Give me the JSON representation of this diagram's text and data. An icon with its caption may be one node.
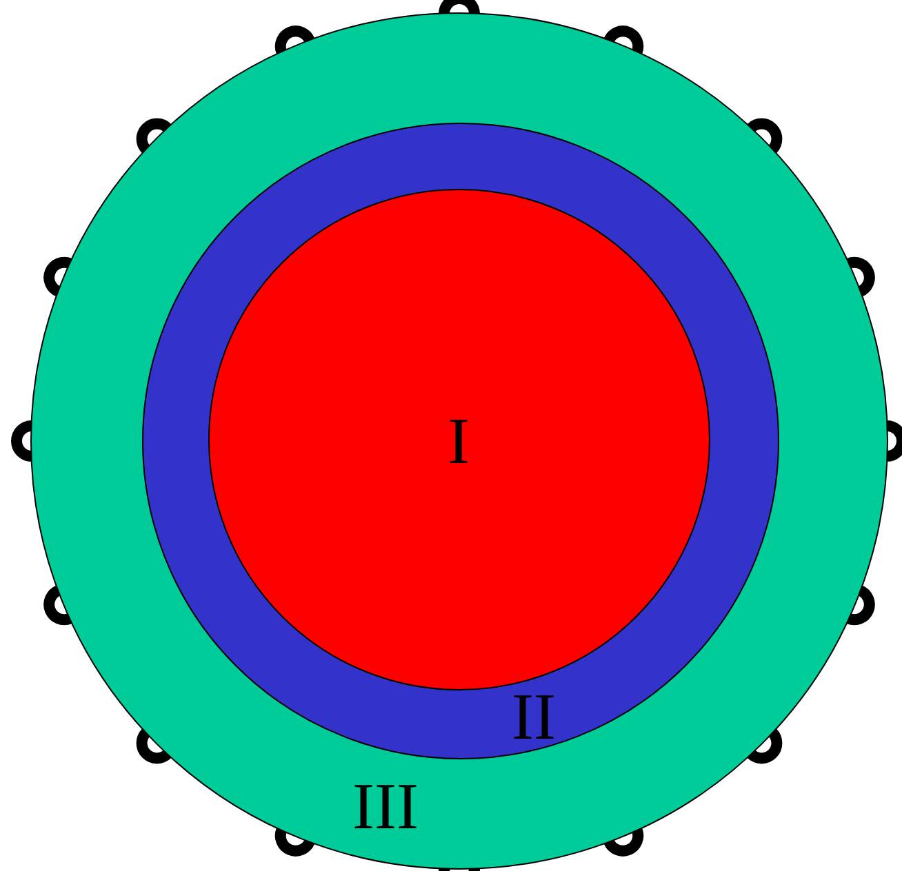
{
  "diagram": {
    "nodes": [
      {
        "text": [
          "III"
        ]
      },
      {
        "text": [
          "II"
        ],
        "in": 0
      },
      {
        "text": [
          "I"
        ],
        "in": 1
      }
    ]
  }
}
